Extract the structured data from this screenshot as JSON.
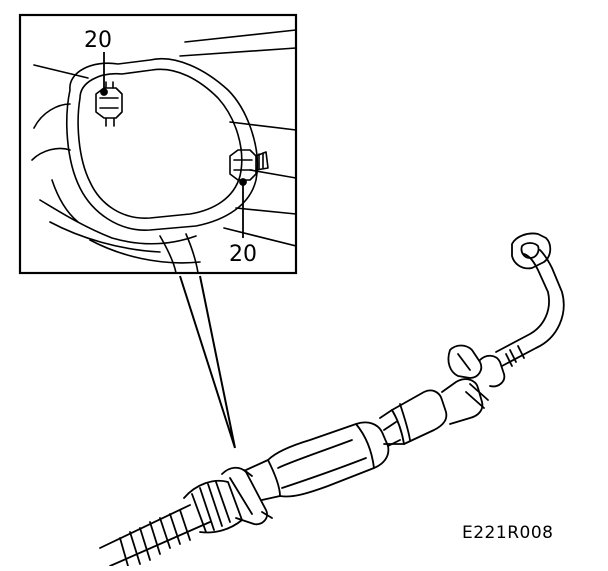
{
  "diagram": {
    "callouts": [
      {
        "label": "20"
      },
      {
        "label": "20"
      }
    ],
    "reference_code": "E221R008",
    "colors": {
      "ink": "#000000",
      "paper": "#ffffff",
      "hatch": "#000000"
    }
  }
}
